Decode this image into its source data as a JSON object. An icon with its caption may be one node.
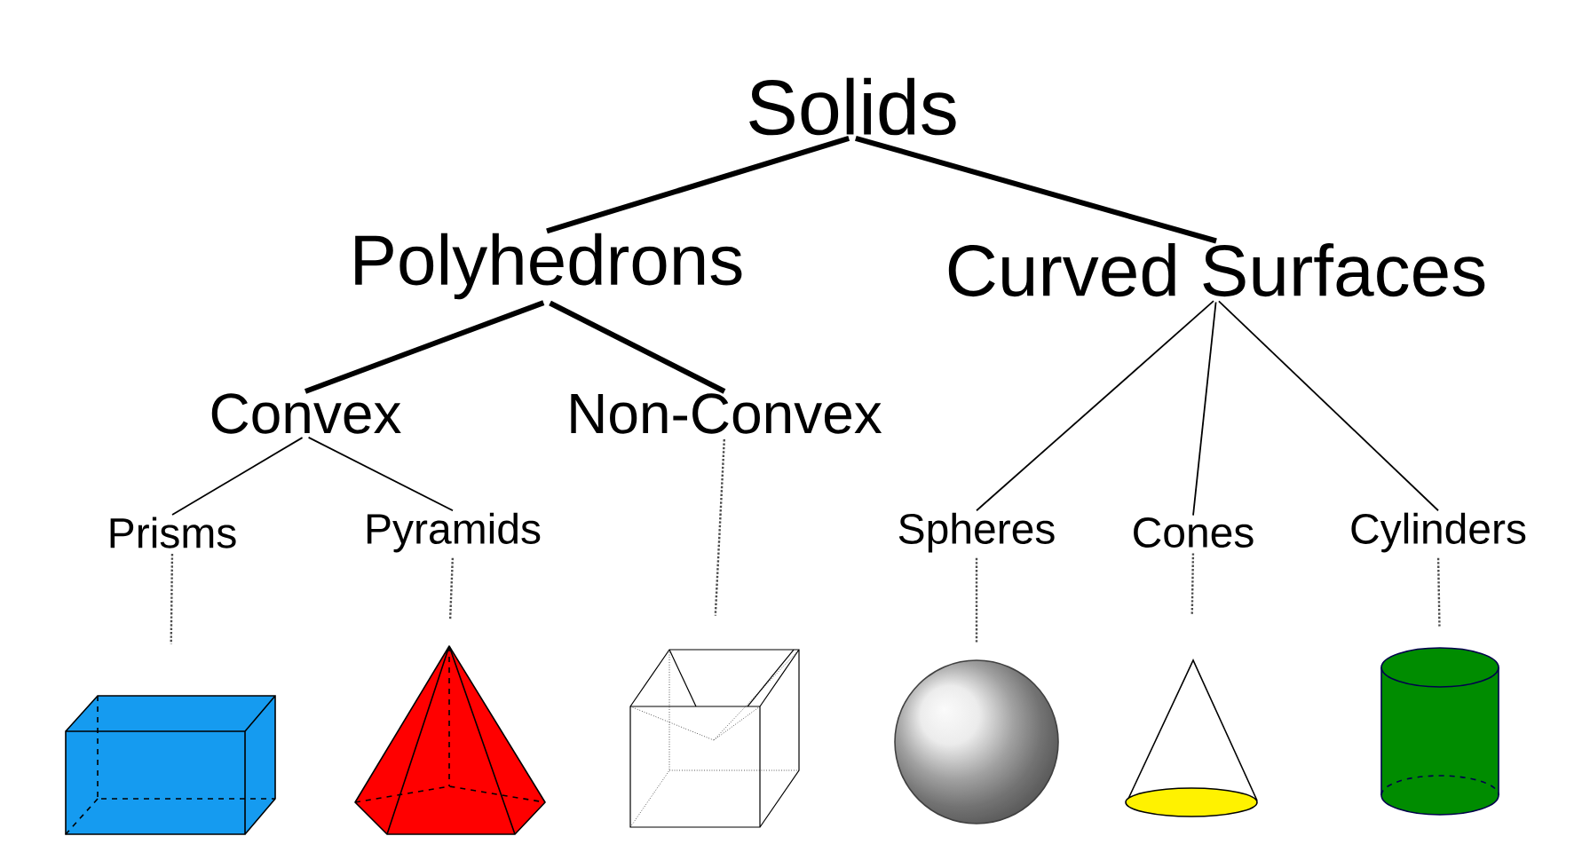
{
  "diagram": {
    "nodes": [
      {
        "text": [
          "Solids"
        ]
      },
      {
        "text": [
          "Polyhedrons"
        ]
      },
      {
        "text": [
          "Curved Surfaces"
        ]
      },
      {
        "text": [
          "Convex"
        ]
      },
      {
        "text": [
          "Non-Convex"
        ]
      },
      {
        "text": [
          "Prisms"
        ]
      },
      {
        "text": [
          "Pyramids"
        ]
      },
      {
        "text": [
          "Spheres"
        ]
      },
      {
        "text": [
          "Cones"
        ]
      },
      {
        "text": [
          "Cylinders"
        ]
      },
      {
        "text": [],
        "shape": "box"
      },
      {
        "text": [],
        "shape": "picture"
      },
      {
        "text": [],
        "shape": "picture"
      },
      {
        "text": [],
        "shape": "circle"
      },
      {
        "text": [],
        "shape": "picture"
      },
      {
        "text": [],
        "shape": "cylinder"
      }
    ],
    "edges": [
      {
        "from": 0,
        "to": 1,
        "arrow": "none",
        "style": "thick"
      },
      {
        "from": 0,
        "to": 2,
        "arrow": "none",
        "style": "thick"
      },
      {
        "from": 1,
        "to": 3,
        "arrow": "none",
        "style": "thick"
      },
      {
        "from": 1,
        "to": 4,
        "arrow": "none",
        "style": "thick"
      },
      {
        "from": 3,
        "to": 5,
        "arrow": "none"
      },
      {
        "from": 3,
        "to": 6,
        "arrow": "none"
      },
      {
        "from": 2,
        "to": 7,
        "arrow": "none"
      },
      {
        "from": 2,
        "to": 8,
        "arrow": "none"
      },
      {
        "from": 2,
        "to": 9,
        "arrow": "none"
      },
      {
        "from": 5,
        "to": 10,
        "arrow": "none",
        "style": "dashed"
      },
      {
        "from": 6,
        "to": 11,
        "arrow": "none",
        "style": "dashed"
      },
      {
        "from": 4,
        "to": 12,
        "arrow": "none",
        "style": "dashed"
      },
      {
        "from": 7,
        "to": 13,
        "arrow": "none",
        "style": "dashed"
      },
      {
        "from": 8,
        "to": 14,
        "arrow": "none",
        "style": "dashed"
      },
      {
        "from": 9,
        "to": 15,
        "arrow": "none",
        "style": "dashed"
      }
    ]
  }
}
